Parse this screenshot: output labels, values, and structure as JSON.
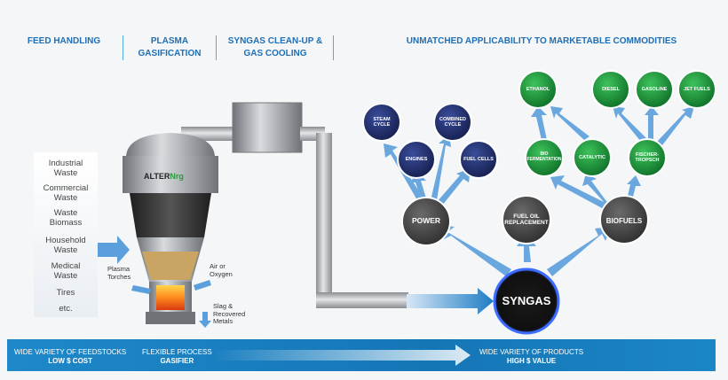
{
  "headers": {
    "feed_handling": "FEED HANDLING",
    "plasma_line1": "PLASMA",
    "plasma_line2": "GASIFICATION",
    "syngas_line1": "SYNGAS CLEAN-UP &",
    "syngas_line2": "GAS COOLING",
    "applicability": "UNMATCHED APPLICABILITY TO MARKETABLE COMMODITIES"
  },
  "feedstocks": [
    "Industrial",
    "Waste",
    "Commercial",
    "Waste",
    "Waste",
    "Biomass",
    "Household",
    "Waste",
    "Medical",
    "Waste",
    "Tires",
    "etc."
  ],
  "gasifier": {
    "brand_left": "ALTER",
    "brand_right": "Nrg",
    "plasma_torches_1": "Plasma",
    "plasma_torches_2": "Torches",
    "air_1": "Air or",
    "air_2": "Oxygen",
    "slag_1": "Slag &",
    "slag_2": "Recovered",
    "slag_3": "Metals"
  },
  "nodes": {
    "syngas": "SYNGAS",
    "power": "POWER",
    "fuel_oil_1": "FUEL OIL",
    "fuel_oil_2": "REPLACEMENT",
    "biofuels": "BIOFUELS",
    "steam_1": "STEAM",
    "steam_2": "CYCLE",
    "engines": "ENGINES",
    "combined_1": "COMBINED",
    "combined_2": "CYCLE",
    "fuel_cells": "FUEL CELLS",
    "bio_1": "BIO",
    "bio_2": "FERMENTATION",
    "catalytic": "CATALYTIC",
    "fischer_1": "FISCHER-",
    "fischer_2": "TROPSCH",
    "ethanol": "ETHANOL",
    "diesel": "DIESEL",
    "gasoline": "GASOLINE",
    "jet_fuels": "JET FUELS"
  },
  "bottom_bar": {
    "left_1": "WIDE VARIETY OF FEEDSTOCKS",
    "left_2": "LOW $ COST",
    "mid_1": "FLEXIBLE PROCESS",
    "mid_2": "GASIFIER",
    "right_1": "WIDE VARIETY OF PRODUCTS",
    "right_2": "HIGH $ VALUE"
  },
  "colors": {
    "header_blue": "#1f6fb6",
    "node_gray": "#4a4a4a",
    "node_navy": "#1f2c6b",
    "node_green": "#1a9a3a",
    "arrow_blue": "#5b9fdc",
    "bar_blue": "#1576b6"
  }
}
